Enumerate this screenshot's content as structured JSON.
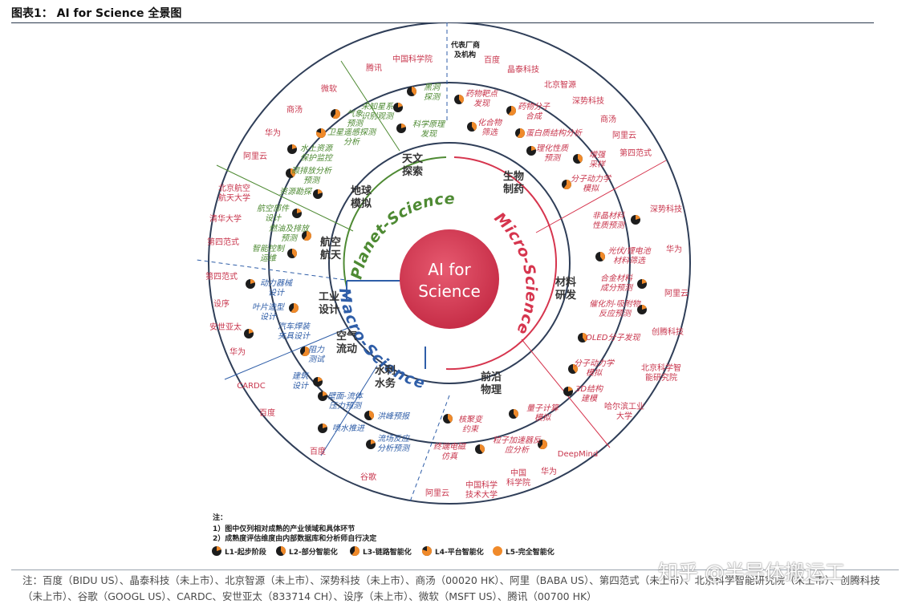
{
  "header": {
    "title": "图表1： AI for Science 全景图"
  },
  "center": {
    "line1": "AI for",
    "line2": "Science"
  },
  "rings": {
    "planet": "Planet-Science",
    "micro": "Micro-Science",
    "macro": "Macro-Science"
  },
  "vendors_header": [
    "代表厂商",
    "及机构"
  ],
  "domains": {
    "astro": [
      "天文",
      "探索"
    ],
    "earth": [
      "地球",
      "模拟"
    ],
    "aero": [
      "航空",
      "航天"
    ],
    "bio": [
      "生物",
      "制药"
    ],
    "material": [
      "材料",
      "研发"
    ],
    "frontier": [
      "前沿",
      "物理"
    ],
    "industry": [
      "工业",
      "设计"
    ],
    "aerodyn": [
      "空气",
      "流动"
    ],
    "water": [
      "水利",
      "水务"
    ]
  },
  "items": {
    "blackhole": [
      "黑洞",
      "探测"
    ],
    "star": [
      "未知星系",
      "识别观测"
    ],
    "sci": [
      "科学原理",
      "发现"
    ],
    "weather": [
      "气象",
      "预测"
    ],
    "satellite": [
      "卫星遥感探测",
      "分析"
    ],
    "hydro": [
      "水土资源",
      "保护监控"
    ],
    "carbon": [
      "碳排放分析",
      "预测"
    ],
    "resource": [
      "资源勘探"
    ],
    "aeropart": [
      "航空部件",
      "设计"
    ],
    "combust": [
      "燃油及排放",
      "预测"
    ],
    "flight": [
      "智能控制",
      "运维"
    ],
    "target": [
      "药物靶点",
      "发现"
    ],
    "mol": [
      "药物分子",
      "合成"
    ],
    "compound": [
      "化合物",
      "筛选"
    ],
    "protein": [
      "蛋白质结构分析"
    ],
    "physchem": [
      "理化性质",
      "预测"
    ],
    "sample": [
      "增强",
      "采样"
    ],
    "md": [
      "分子动力学",
      "模拟"
    ],
    "amorph": [
      "非晶材料",
      "性质预测"
    ],
    "battery": [
      "光伏/锂电池",
      "材料筛选"
    ],
    "alloy": [
      "合金材料",
      "成分预测"
    ],
    "catalyst": [
      "催化剂-吸附物",
      "反应预测"
    ],
    "oled": [
      "OLED分子发现"
    ],
    "md2": [
      "分子动力学",
      "模拟"
    ],
    "struct3d": [
      "3D结构",
      "建模"
    ],
    "quantum": [
      "量子计算",
      "模拟"
    ],
    "fusion": [
      "核聚变",
      "约束"
    ],
    "particle": [
      "粒子加速器反",
      "应分析"
    ],
    "terminal": [
      "终端电磁",
      "仿真"
    ],
    "motor": [
      "动力器械",
      "设计"
    ],
    "blade": [
      "叶片造型",
      "设计"
    ],
    "weld": [
      "汽车焊装",
      "夹具设计"
    ],
    "drag": [
      "阻力",
      "测试"
    ],
    "building": [
      "建筑",
      "设计"
    ],
    "wall": [
      "壁面-流体",
      "压力预测"
    ],
    "flood": [
      "洪峰预报"
    ],
    "jet": [
      "喷水推进"
    ],
    "flowfield": [
      "流场反应",
      "分析预测"
    ]
  },
  "vendors": {
    "cas_top": "中国科学院",
    "tencent": "腾讯",
    "microsoft": "微软",
    "sensetime_top": "商汤",
    "huawei_tl": "华为",
    "aliyun_tl": "阿里云",
    "buaa": [
      "北京航空",
      "航天大学"
    ],
    "tsinghua": "清华大学",
    "4p_left": "第四范式",
    "4p_ml": "第四范式",
    "shexu": "设序",
    "ansys": "安世亚太",
    "huawei_ml": "华为",
    "cardc": "CARDC",
    "baidu_l": "百度",
    "baidu_bl": "百度",
    "google": "谷歌",
    "aliyun_b": "阿里云",
    "ustc": [
      "中国科学",
      "技术大学"
    ],
    "cas_b": [
      "中国",
      "科学院"
    ],
    "huawei_b": "华为",
    "deepmind": "DeepMind",
    "baidu_tr": "百度",
    "jingtai_tr": "晶泰科技",
    "bzy": "北京智源",
    "shenshi_tr": "深势科技",
    "sensetime_tr": "商汤",
    "aliyun_tr": "阿里云",
    "4p_tr": "第四范式",
    "shenshi_r": "深势科技",
    "huawei_r": "华为",
    "aliyun_r": "阿里云",
    "tencent_r": "创腾科技",
    "bjai": [
      "北京科学智",
      "能研究院"
    ],
    "hit": [
      "哈尔滨工业",
      "大学"
    ]
  },
  "legend": {
    "note_title": "注：",
    "notes": [
      "1）图中仅列相对成熟的产业领域和具体环节",
      "2）成熟度评估维度由内部数据库和分析师自行决定"
    ],
    "levels": [
      "L1-起步阶段",
      "L2-部分智能化",
      "L3-链路智能化",
      "L4-平台智能化",
      "L5-完全智能化"
    ]
  },
  "colors": {
    "green": "#4e8a33",
    "red": "#d6354e",
    "blue": "#2f5ea8",
    "orange": "#f08a2a",
    "ink": "#1c1c1c"
  },
  "watermark": "知乎 @半导体搬运工",
  "footer": "注：百度（BIDU US）、晶泰科技（未上市）、北京智源（未上市）、深势科技（未上市）、商汤（00020 HK）、阿里（BABA US）、第四范式（未上市）、北京科学智能研究院（未上市）、创腾科技（未上市）、谷歌（GOOGL US）、CARDC、安世亚太（833714 CH）、设序（未上市）、微软（MSFT US）、腾讯（00700 HK）"
}
